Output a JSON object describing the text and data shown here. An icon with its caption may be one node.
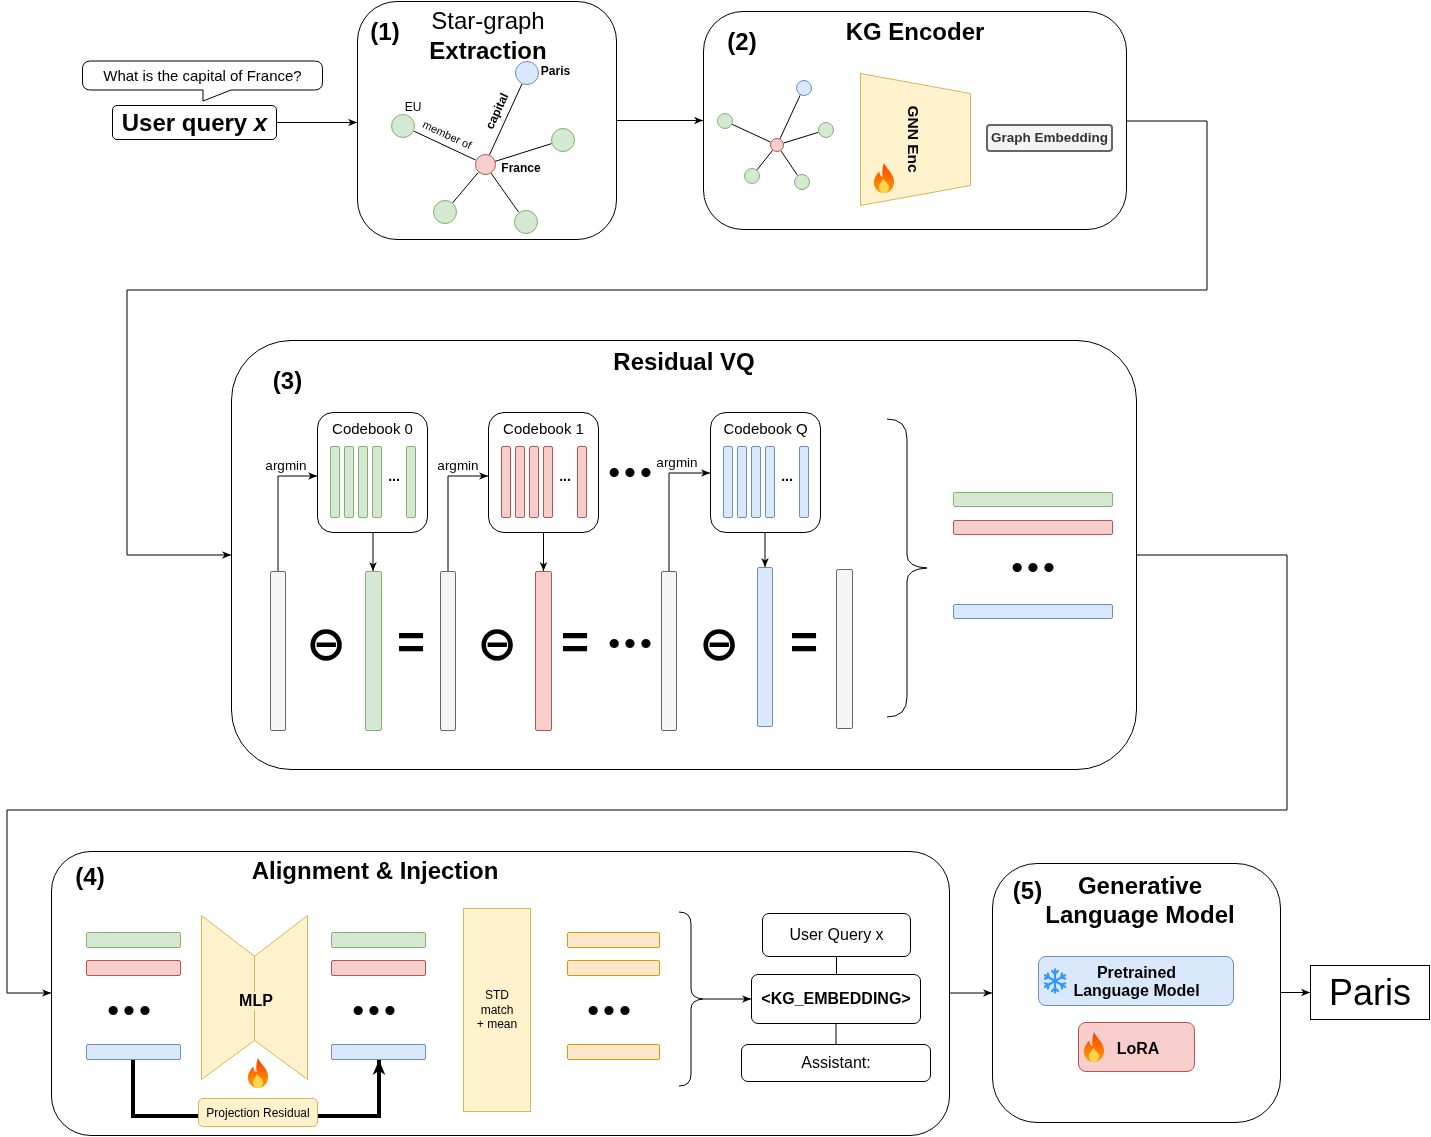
{
  "diagram": {
    "nodes": [
      {
        "text": [
          "What is the capital of France?"
        ]
      },
      {
        "text": [
          "User query *x*"
        ]
      },
      {
        "text": [
          "(1)",
          "Star-graph **Extraction**"
        ]
      },
      {
        "text": [],
        "shape": "circle",
        "in": 2,
        "beside": [
          "Paris"
        ]
      },
      {
        "text": [],
        "shape": "circle",
        "in": 2,
        "beside": [
          "EU"
        ]
      },
      {
        "text": [],
        "shape": "circle",
        "in": 2,
        "beside": [
          "France"
        ]
      },
      {
        "text": [],
        "shape": "circle",
        "in": 2
      },
      {
        "text": [],
        "shape": "circle",
        "in": 2
      },
      {
        "text": [],
        "shape": "circle",
        "in": 2
      },
      {
        "text": [
          "(2)",
          "KG Encoder"
        ]
      },
      {
        "text": [],
        "shape": "circle",
        "in": 9
      },
      {
        "text": [],
        "shape": "circle",
        "in": 9
      },
      {
        "text": [],
        "shape": "circle",
        "in": 9
      },
      {
        "text": [],
        "shape": "circle",
        "in": 9
      },
      {
        "text": [],
        "shape": "circle",
        "in": 9
      },
      {
        "text": [],
        "shape": "circle",
        "in": 9
      },
      {
        "text": [
          "GNN Enc"
        ],
        "in": 9
      },
      {
        "text": [
          "Graph Embedding"
        ],
        "in": 9
      },
      {
        "text": [
          "(3)",
          "Residual VQ"
        ]
      },
      {
        "text": [
          "Codebook 0",
          "..."
        ],
        "in": 18
      },
      {
        "text": [
          "Codebook 1",
          "..."
        ],
        "in": 18
      },
      {
        "text": [
          "Codebook Q",
          "..."
        ],
        "in": 18
      },
      {
        "text": [],
        "shape": "bar",
        "in": 18
      },
      {
        "text": [],
        "shape": "bar",
        "in": 18
      },
      {
        "text": [],
        "shape": "bar",
        "in": 18
      },
      {
        "text": [],
        "shape": "bar",
        "in": 18
      },
      {
        "text": [],
        "shape": "bar",
        "in": 18
      },
      {
        "text": [],
        "shape": "bar",
        "in": 18
      },
      {
        "text": [],
        "shape": "bar",
        "in": 18
      },
      {
        "text": [],
        "shape": "bar",
        "in": 18
      },
      {
        "text": [],
        "shape": "bar",
        "in": 18
      },
      {
        "text": [],
        "shape": "bar",
        "in": 18
      },
      {
        "text": [
          "(4)",
          "Alignment & Injection"
        ]
      },
      {
        "text": [],
        "shape": "bar",
        "in": 32
      },
      {
        "text": [],
        "shape": "bar",
        "in": 32
      },
      {
        "text": [],
        "shape": "bar",
        "in": 32
      },
      {
        "text": [
          "MLP"
        ],
        "in": 32
      },
      {
        "text": [],
        "shape": "bar",
        "in": 32
      },
      {
        "text": [],
        "shape": "bar",
        "in": 32
      },
      {
        "text": [],
        "shape": "bar",
        "in": 32
      },
      {
        "text": [
          "Projection Residual"
        ],
        "in": 32
      },
      {
        "text": [
          "STD match + mean"
        ],
        "in": 32
      },
      {
        "text": [],
        "shape": "bar",
        "in": 32
      },
      {
        "text": [],
        "shape": "bar",
        "in": 32
      },
      {
        "text": [],
        "shape": "bar",
        "in": 32
      },
      {
        "text": [
          "User Query x"
        ],
        "in": 32
      },
      {
        "text": [
          "<KG_EMBEDDING>"
        ],
        "in": 32
      },
      {
        "text": [
          "Assistant:"
        ],
        "in": 32
      },
      {
        "text": [
          "(5)",
          "Generative Language Model"
        ]
      },
      {
        "text": [
          "Pretrained Language Model"
        ],
        "in": 48
      },
      {
        "text": [
          "LoRA"
        ],
        "in": 48
      },
      {
        "text": [
          "Paris"
        ]
      }
    ],
    "edges": [
      {
        "from": 1,
        "to": 2,
        "arrow": "to"
      },
      {
        "from": 2,
        "to": 9,
        "arrow": "to"
      },
      {
        "from": 9,
        "to": 18,
        "arrow": "to"
      },
      {
        "from": 18,
        "to": 32,
        "arrow": "to"
      },
      {
        "from": 32,
        "to": 48,
        "arrow": "to"
      },
      {
        "from": 48,
        "to": 51,
        "arrow": "to"
      },
      {
        "from": 4,
        "to": 5,
        "arrow": "none",
        "label": "member of"
      },
      {
        "from": 5,
        "to": 3,
        "arrow": "none",
        "label": "capital"
      },
      {
        "from": 5,
        "to": 6,
        "arrow": "none"
      },
      {
        "from": 5,
        "to": 7,
        "arrow": "none"
      },
      {
        "from": 5,
        "to": 8,
        "arrow": "none"
      },
      {
        "from": 13,
        "to": 10,
        "arrow": "none"
      },
      {
        "from": 13,
        "to": 11,
        "arrow": "none"
      },
      {
        "from": 13,
        "to": 12,
        "arrow": "none"
      },
      {
        "from": 13,
        "to": 14,
        "arrow": "none"
      },
      {
        "from": 13,
        "to": 15,
        "arrow": "none"
      },
      {
        "from": 22,
        "to": 19,
        "arrow": "to",
        "label": "argmin"
      },
      {
        "from": 19,
        "to": 23,
        "arrow": "to"
      },
      {
        "from": 24,
        "to": 20,
        "arrow": "to",
        "label": "argmin"
      },
      {
        "from": 20,
        "to": 25,
        "arrow": "to"
      },
      {
        "from": 26,
        "to": 21,
        "arrow": "to",
        "label": "argmin"
      },
      {
        "from": 21,
        "to": 27,
        "arrow": "to"
      },
      {
        "from": 35,
        "to": 40,
        "arrow": "none",
        "style": "thick"
      },
      {
        "from": 40,
        "to": 39,
        "arrow": "to",
        "style": "thick"
      },
      {
        "from": null,
        "to": 46,
        "arrow": "to"
      },
      {
        "from": 45,
        "to": 46,
        "arrow": "none"
      },
      {
        "from": 46,
        "to": 47,
        "arrow": "none"
      }
    ],
    "labels": [
      "•••",
      "⊖",
      "=",
      "⊖",
      "=",
      "•••",
      "⊖",
      "=",
      "•••",
      "•••",
      "•••",
      "•••"
    ]
  }
}
